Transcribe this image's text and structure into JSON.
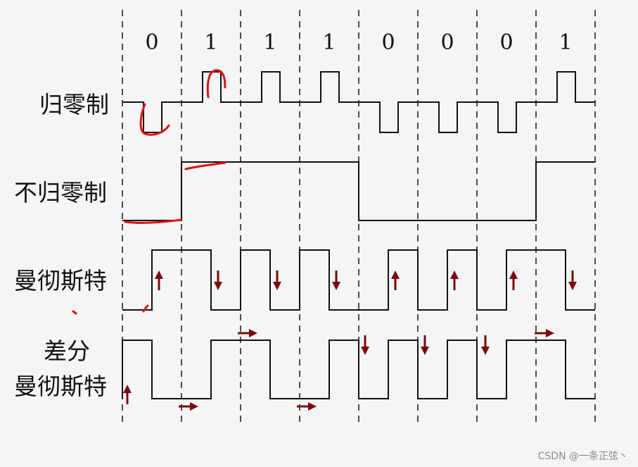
{
  "bits": [
    "0",
    "1",
    "1",
    "1",
    "0",
    "0",
    "0",
    "1"
  ],
  "rows": {
    "rz": {
      "label": "归零制"
    },
    "nrz": {
      "label": "不归零制"
    },
    "manchester": {
      "label": "曼彻斯特"
    },
    "diff_manchester": {
      "label_line1": "差分",
      "label_line2": "曼彻斯特"
    }
  },
  "colors": {
    "signal": "#111111",
    "arrow": "#7a0a0a",
    "annotation": "#e01010",
    "grid": "#222222"
  },
  "watermark": "CSDN @一条正弦丶"
}
